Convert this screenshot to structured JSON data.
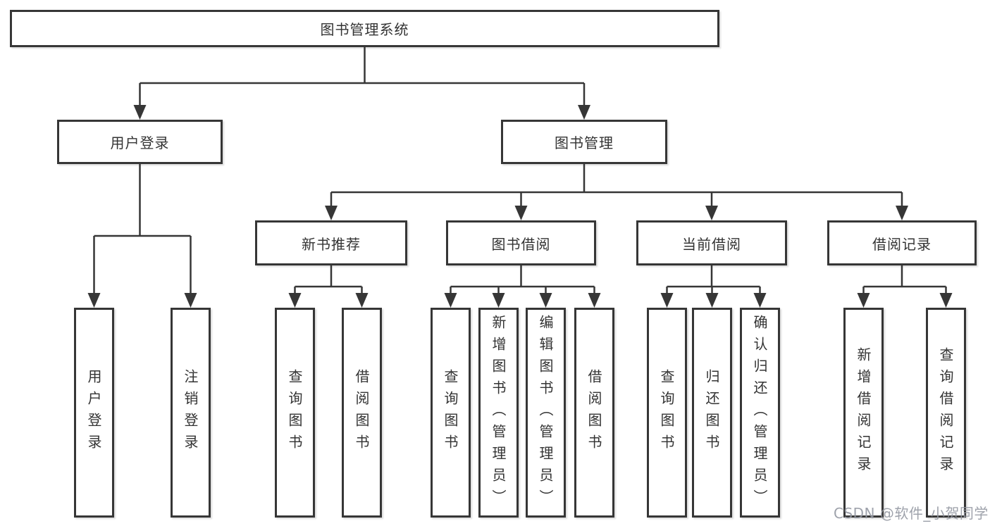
{
  "diagram_title": "图书管理系统",
  "colors": {
    "line": "#363636",
    "box_border": "#363636",
    "box_background": "#ffffff",
    "text": "#333333",
    "watermark": "#9498a2"
  },
  "root": {
    "label": "图书管理系统"
  },
  "level2": [
    {
      "label": "用户登录"
    },
    {
      "label": "图书管理"
    }
  ],
  "level3": [
    {
      "label": "新书推荐"
    },
    {
      "label": "图书借阅"
    },
    {
      "label": "当前借阅"
    },
    {
      "label": "借阅记录"
    }
  ],
  "leafGroups": [
    {
      "parent": "用户登录",
      "items": [
        "用户登录",
        "注销登录"
      ]
    },
    {
      "parent": "新书推荐",
      "items": [
        "查询图书",
        "借阅图书"
      ]
    },
    {
      "parent": "图书借阅",
      "items": [
        "查询图书",
        "新增图书（管理员）",
        "编辑图书（管理员）",
        "借阅图书"
      ]
    },
    {
      "parent": "当前借阅",
      "items": [
        "查询图书",
        "归还图书",
        "确认归还（管理员）"
      ]
    },
    {
      "parent": "借阅记录",
      "items": [
        "新增借阅记录",
        "查询借阅记录"
      ]
    }
  ],
  "watermark": "CSDN @软件_小贺同学"
}
